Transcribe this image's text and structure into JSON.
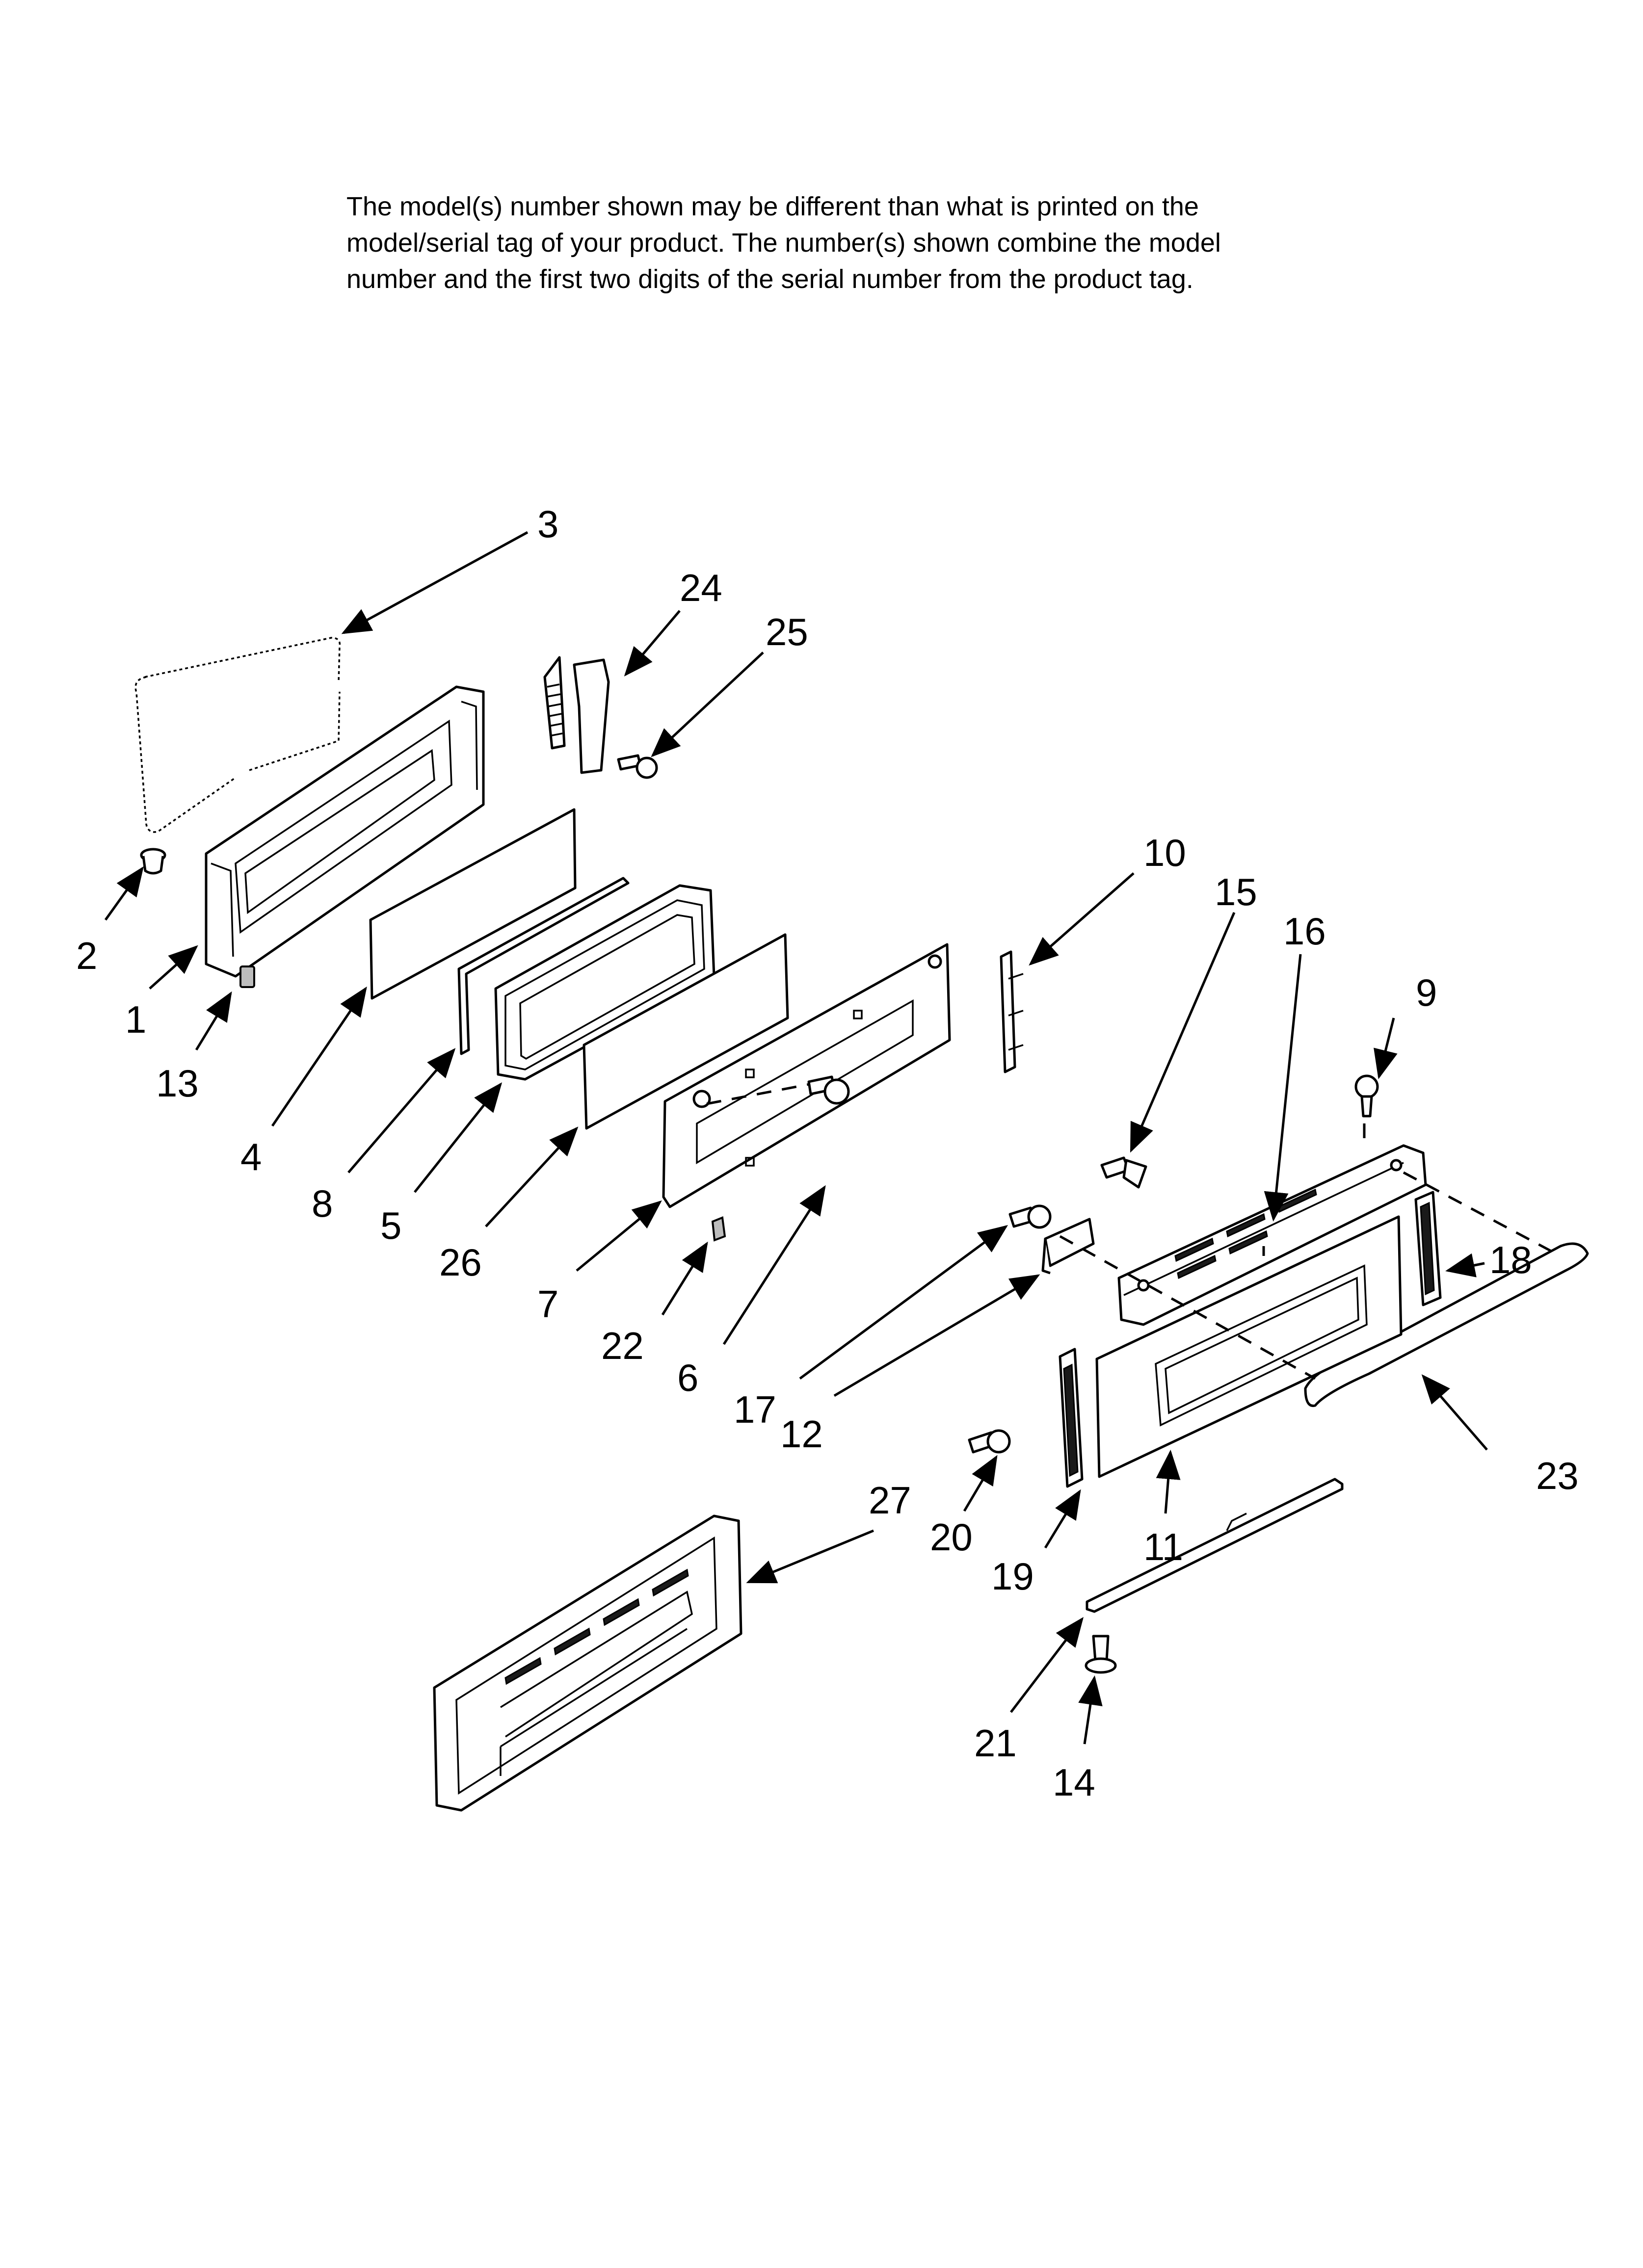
{
  "note": {
    "lines": [
      "The model(s) number shown may be different than what is printed on the",
      "model/serial tag of your product. The number(s) shown combine the model",
      "number and the first two digits of the serial number from the product tag."
    ]
  },
  "callouts": [
    "1",
    "2",
    "3",
    "4",
    "5",
    "6",
    "7",
    "8",
    "9",
    "10",
    "11",
    "12",
    "13",
    "14",
    "15",
    "16",
    "17",
    "18",
    "19",
    "20",
    "21",
    "22",
    "23",
    "24",
    "25",
    "26",
    "27"
  ]
}
